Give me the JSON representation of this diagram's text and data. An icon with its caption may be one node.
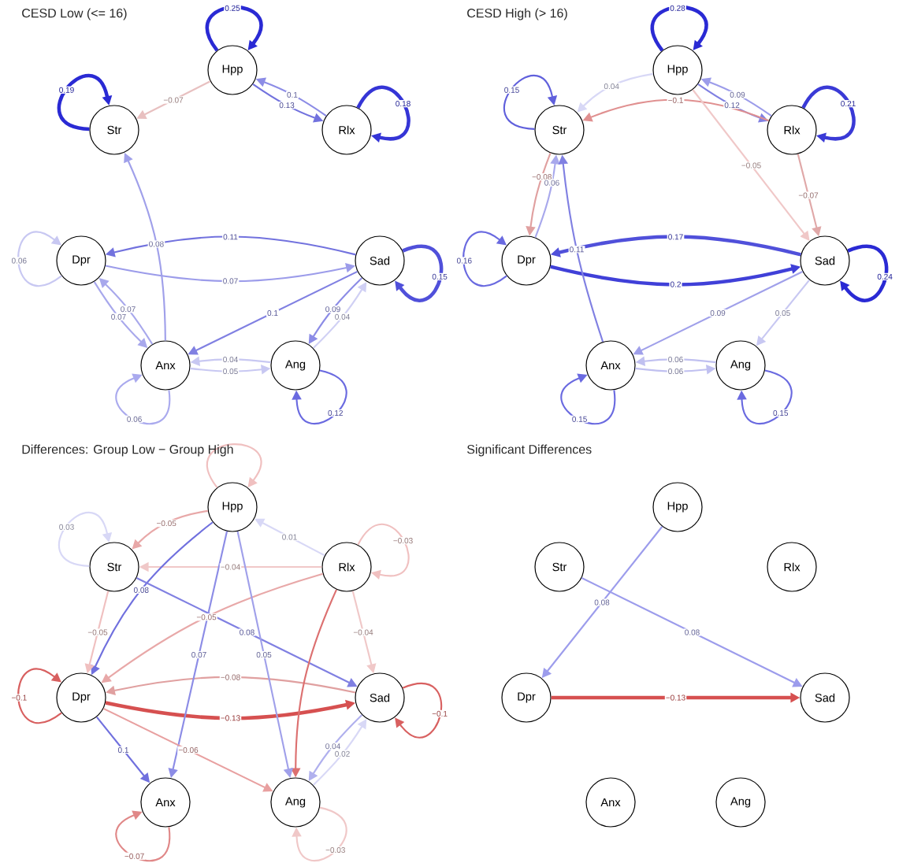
{
  "diagram": {
    "nodes": [
      {
        "text": [
          "Hpp"
        ]
      },
      {
        "text": [
          "Str"
        ]
      },
      {
        "text": [
          "Rlx"
        ]
      },
      {
        "text": [
          "Dpr"
        ]
      },
      {
        "text": [
          "Sad"
        ]
      },
      {
        "text": [
          "Anx"
        ]
      },
      {
        "text": [
          "Ang"
        ]
      },
      {
        "text": [
          "Hpp"
        ]
      },
      {
        "text": [
          "Str"
        ]
      },
      {
        "text": [
          "Rlx"
        ]
      },
      {
        "text": [
          "Dpr"
        ]
      },
      {
        "text": [
          "Sad"
        ]
      },
      {
        "text": [
          "Anx"
        ]
      },
      {
        "text": [
          "Ang"
        ]
      },
      {
        "text": [
          "Hpp"
        ]
      },
      {
        "text": [
          "Str"
        ]
      },
      {
        "text": [
          "Rlx"
        ]
      },
      {
        "text": [
          "Dpr"
        ]
      },
      {
        "text": [
          "Sad"
        ]
      },
      {
        "text": [
          "Anx"
        ]
      },
      {
        "text": [
          "Ang"
        ]
      },
      {
        "text": [
          "Hpp"
        ]
      },
      {
        "text": [
          "Str"
        ]
      },
      {
        "text": [
          "Rlx"
        ]
      },
      {
        "text": [
          "Dpr"
        ]
      },
      {
        "text": [
          "Sad"
        ]
      },
      {
        "text": [
          "Anx"
        ]
      },
      {
        "text": [
          "Ang"
        ]
      }
    ],
    "edges": [
      {
        "from": 0,
        "to": 0,
        "arrow": "to",
        "label": "0.25",
        "style": "thick",
        "color": "#2a2ad4"
      },
      {
        "from": 1,
        "to": 1,
        "arrow": "to",
        "label": "0.19",
        "style": "thick",
        "color": "#2a2ad4"
      },
      {
        "from": 2,
        "to": 2,
        "arrow": "to",
        "label": "0.18",
        "style": "thick",
        "color": "#3535d6"
      },
      {
        "from": 3,
        "to": 3,
        "arrow": "to",
        "label": "0.06",
        "color": "#c8c8f2"
      },
      {
        "from": 4,
        "to": 4,
        "arrow": "to",
        "label": "0.15",
        "style": "thick",
        "color": "#5050da"
      },
      {
        "from": 5,
        "to": 5,
        "arrow": "to",
        "label": "0.06",
        "color": "#aaaaee"
      },
      {
        "from": 6,
        "to": 6,
        "arrow": "to",
        "label": "0.12",
        "color": "#6a6ae0"
      },
      {
        "from": 2,
        "to": 0,
        "arrow": "to",
        "label": "0.1",
        "color": "#8c8ce6"
      },
      {
        "from": 0,
        "to": 2,
        "arrow": "to",
        "label": "0.13",
        "color": "#7272de"
      },
      {
        "from": 0,
        "to": 1,
        "arrow": "to",
        "label": "−0.07",
        "color": "#e8c0c0"
      },
      {
        "from": 4,
        "to": 3,
        "arrow": "to",
        "label": "0.11",
        "color": "#7272de"
      },
      {
        "from": 3,
        "to": 4,
        "arrow": "to",
        "label": "0.07",
        "color": "#9c9cea"
      },
      {
        "from": 4,
        "to": 5,
        "arrow": "to",
        "label": "0.1",
        "color": "#8080e2"
      },
      {
        "from": 5,
        "to": 1,
        "arrow": "to",
        "label": "0.08",
        "color": "#a0a0ea"
      },
      {
        "from": 5,
        "to": 3,
        "arrow": "to",
        "label": "0.07",
        "color": "#a8a8ec"
      },
      {
        "from": 3,
        "to": 5,
        "arrow": "to",
        "label": "0.07",
        "color": "#a8a8ec"
      },
      {
        "from": 4,
        "to": 6,
        "arrow": "to",
        "label": "0.09",
        "color": "#8c8ce6"
      },
      {
        "from": 6,
        "to": 4,
        "arrow": "to",
        "label": "0.04",
        "color": "#d0d0f4"
      },
      {
        "from": 5,
        "to": 6,
        "arrow": "to",
        "label": "0.05",
        "color": "#c8c8f2"
      },
      {
        "from": 6,
        "to": 5,
        "arrow": "to",
        "label": "0.04",
        "color": "#c8c8f2"
      },
      {
        "from": 7,
        "to": 7,
        "arrow": "to",
        "label": "0.28",
        "style": "thick",
        "color": "#2a2ad4"
      },
      {
        "from": 8,
        "to": 8,
        "arrow": "to",
        "label": "0.15",
        "color": "#6060dc"
      },
      {
        "from": 9,
        "to": 9,
        "arrow": "to",
        "label": "0.21",
        "style": "thick",
        "color": "#3a3ad6"
      },
      {
        "from": 10,
        "to": 10,
        "arrow": "to",
        "label": "0.16",
        "color": "#6a6ae0"
      },
      {
        "from": 11,
        "to": 11,
        "arrow": "to",
        "label": "0.24",
        "style": "thick",
        "color": "#2a2ad4"
      },
      {
        "from": 12,
        "to": 12,
        "arrow": "to",
        "label": "0.15",
        "color": "#6a6ae0"
      },
      {
        "from": 13,
        "to": 13,
        "arrow": "to",
        "label": "0.15",
        "color": "#6a6ae0"
      },
      {
        "from": 9,
        "to": 7,
        "arrow": "to",
        "label": "0.09",
        "color": "#9c9cea"
      },
      {
        "from": 7,
        "to": 9,
        "arrow": "to",
        "label": "0.12",
        "color": "#8080e2"
      },
      {
        "from": 9,
        "to": 8,
        "arrow": "to",
        "label": "−0.1",
        "color": "#e09090"
      },
      {
        "from": 7,
        "to": 8,
        "arrow": "to",
        "label": "0.04",
        "color": "#d8d8f6"
      },
      {
        "from": 8,
        "to": 10,
        "arrow": "to",
        "label": "−0.08",
        "color": "#e0a0a0"
      },
      {
        "from": 10,
        "to": 8,
        "arrow": "to",
        "label": "0.06",
        "color": "#a8a8ec"
      },
      {
        "from": 11,
        "to": 10,
        "arrow": "to",
        "label": "0.17",
        "style": "thick",
        "color": "#5050da"
      },
      {
        "from": 10,
        "to": 11,
        "arrow": "to",
        "label": "0.2",
        "style": "thick",
        "color": "#4040d8"
      },
      {
        "from": 12,
        "to": 8,
        "arrow": "to",
        "label": "0.11",
        "color": "#8080e2"
      },
      {
        "from": 11,
        "to": 12,
        "arrow": "to",
        "label": "0.09",
        "color": "#a0a0ea"
      },
      {
        "from": 12,
        "to": 13,
        "arrow": "to",
        "label": "0.06",
        "color": "#c0c0f0"
      },
      {
        "from": 13,
        "to": 12,
        "arrow": "to",
        "label": "0.06",
        "color": "#c0c0f0"
      },
      {
        "from": 11,
        "to": 13,
        "arrow": "to",
        "label": "0.05",
        "color": "#c8c8f2"
      },
      {
        "from": 9,
        "to": 11,
        "arrow": "to",
        "label": "−0.07",
        "color": "#e0a8a8"
      },
      {
        "from": 7,
        "to": 11,
        "arrow": "to",
        "label": "−0.05",
        "color": "#f0c8c8"
      },
      {
        "from": 14,
        "to": 14,
        "arrow": "to",
        "color": "#f0c0c0"
      },
      {
        "from": 15,
        "to": 15,
        "arrow": "to",
        "label": "0.03",
        "color": "#d8d8f6"
      },
      {
        "from": 16,
        "to": 16,
        "arrow": "to",
        "label": "−0.03",
        "color": "#f0c0c0"
      },
      {
        "from": 17,
        "to": 17,
        "arrow": "to",
        "label": "−0.1",
        "color": "#d86060"
      },
      {
        "from": 18,
        "to": 18,
        "arrow": "to",
        "label": "−0.1",
        "color": "#d86060"
      },
      {
        "from": 19,
        "to": 19,
        "arrow": "to",
        "label": "−0.07",
        "color": "#e08888"
      },
      {
        "from": 20,
        "to": 20,
        "arrow": "to",
        "label": "−0.03",
        "color": "#f0c8c8"
      },
      {
        "from": 14,
        "to": 15,
        "arrow": "to",
        "label": "−0.05",
        "color": "#e8a8a8"
      },
      {
        "from": 16,
        "to": 15,
        "arrow": "to",
        "label": "−0.04",
        "color": "#f0c8c8"
      },
      {
        "from": 14,
        "to": 17,
        "arrow": "to",
        "label": "0.08",
        "color": "#7070de"
      },
      {
        "from": 15,
        "to": 18,
        "arrow": "to",
        "label": "0.08",
        "color": "#8080e2"
      },
      {
        "from": 16,
        "to": 17,
        "arrow": "to",
        "label": "−0.05",
        "color": "#e8a8a8"
      },
      {
        "from": 17,
        "to": 18,
        "arrow": "to",
        "label": "−0.13",
        "style": "thick",
        "color": "#d65050"
      },
      {
        "from": 18,
        "to": 17,
        "arrow": "to",
        "label": "−0.08",
        "color": "#e0a0a0"
      },
      {
        "from": 17,
        "to": 19,
        "arrow": "to",
        "label": "0.1",
        "color": "#7070de"
      },
      {
        "from": 14,
        "to": 19,
        "arrow": "to",
        "label": "0.07",
        "color": "#8c8ce6"
      },
      {
        "from": 16,
        "to": 20,
        "arrow": "to",
        "color": "#dc7070"
      },
      {
        "from": 15,
        "to": 17,
        "arrow": "to",
        "label": "−0.05",
        "color": "#f0c0c0"
      },
      {
        "from": 18,
        "to": 20,
        "arrow": "to",
        "label": "0.04",
        "color": "#b0b0ee"
      },
      {
        "from": 20,
        "to": 18,
        "arrow": "to",
        "label": "0.02",
        "color": "#d8d8f6"
      },
      {
        "from": 17,
        "to": 20,
        "arrow": "to",
        "label": "−0.06",
        "color": "#e8a0a0"
      },
      {
        "from": 14,
        "to": 20,
        "arrow": "to",
        "label": "0.05",
        "color": "#a0a0ea"
      },
      {
        "from": 16,
        "to": 18,
        "arrow": "to",
        "label": "−0.04",
        "color": "#f0c8c8"
      },
      {
        "from": 16,
        "to": 14,
        "arrow": "to",
        "label": "0.01",
        "color": "#d8d8f6"
      },
      {
        "from": 21,
        "to": 24,
        "arrow": "to",
        "label": "0.08",
        "color": "#9c9cec"
      },
      {
        "from": 22,
        "to": 25,
        "arrow": "to",
        "label": "0.08",
        "color": "#9c9cec"
      },
      {
        "from": 24,
        "to": 25,
        "arrow": "to",
        "label": "−0.13",
        "style": "thick",
        "color": "#d65050"
      }
    ],
    "labels": [
      "CESD Low (<= 16)",
      "CESD High (> 16)",
      "Differences: Group Low − Group High",
      "Significant Differences"
    ]
  }
}
